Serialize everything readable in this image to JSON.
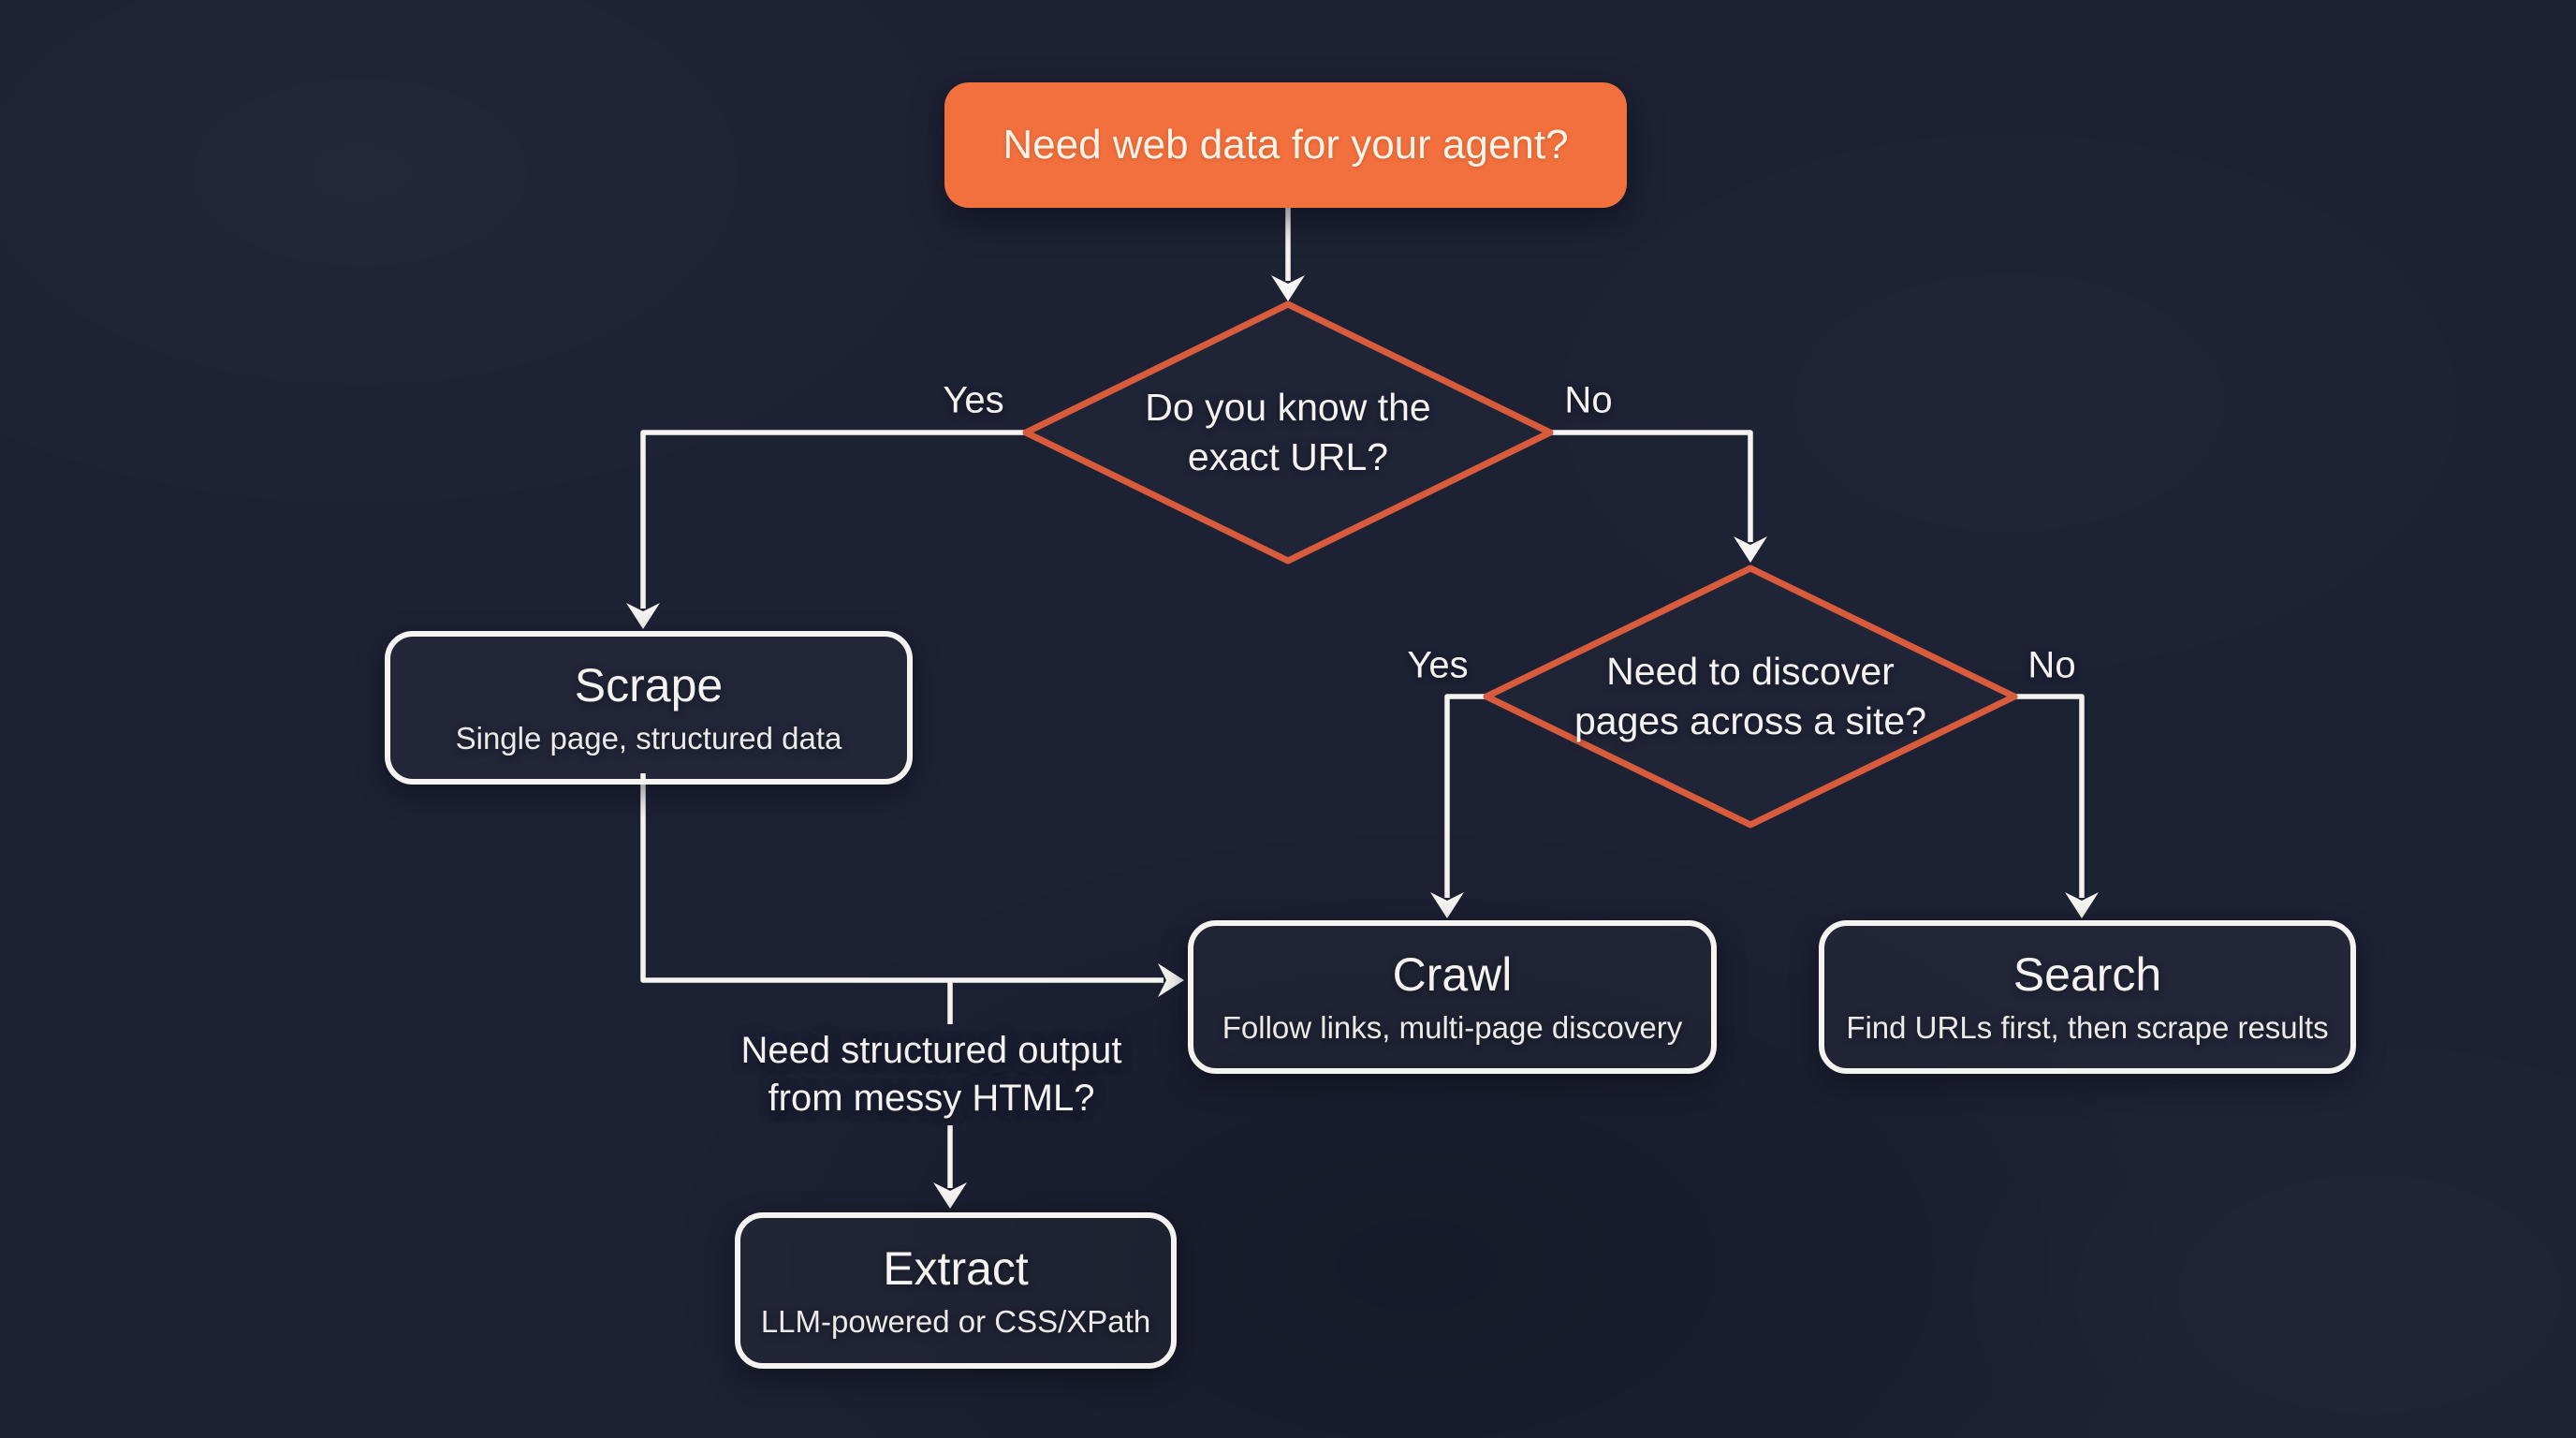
{
  "palette": {
    "background": "#1D2134",
    "accent_orange": "#F2703D",
    "diamond_stroke": "#D85C3B",
    "line_color": "#F5F4F1",
    "text_light": "#F4F3EF",
    "text_cream": "#FAF3E8"
  },
  "start_node": {
    "label": "Need web data for your agent?"
  },
  "decision_exact_url": {
    "question_line1": "Do you know the",
    "question_line2": "exact URL?",
    "yes_label": "Yes",
    "no_label": "No"
  },
  "decision_discover_pages": {
    "question_line1": "Need to discover",
    "question_line2": "pages across a site?",
    "yes_label": "Yes",
    "no_label": "No"
  },
  "node_scrape": {
    "title": "Scrape",
    "subtitle": "Single page, structured data"
  },
  "node_crawl": {
    "title": "Crawl",
    "subtitle": "Follow links, multi-page discovery"
  },
  "node_search": {
    "title": "Search",
    "subtitle": "Find URLs first, then scrape results"
  },
  "node_extract": {
    "title": "Extract",
    "subtitle": "LLM-powered or CSS/XPath"
  },
  "question_structured_output": {
    "line1": "Need structured output",
    "line2": "from messy HTML?"
  }
}
